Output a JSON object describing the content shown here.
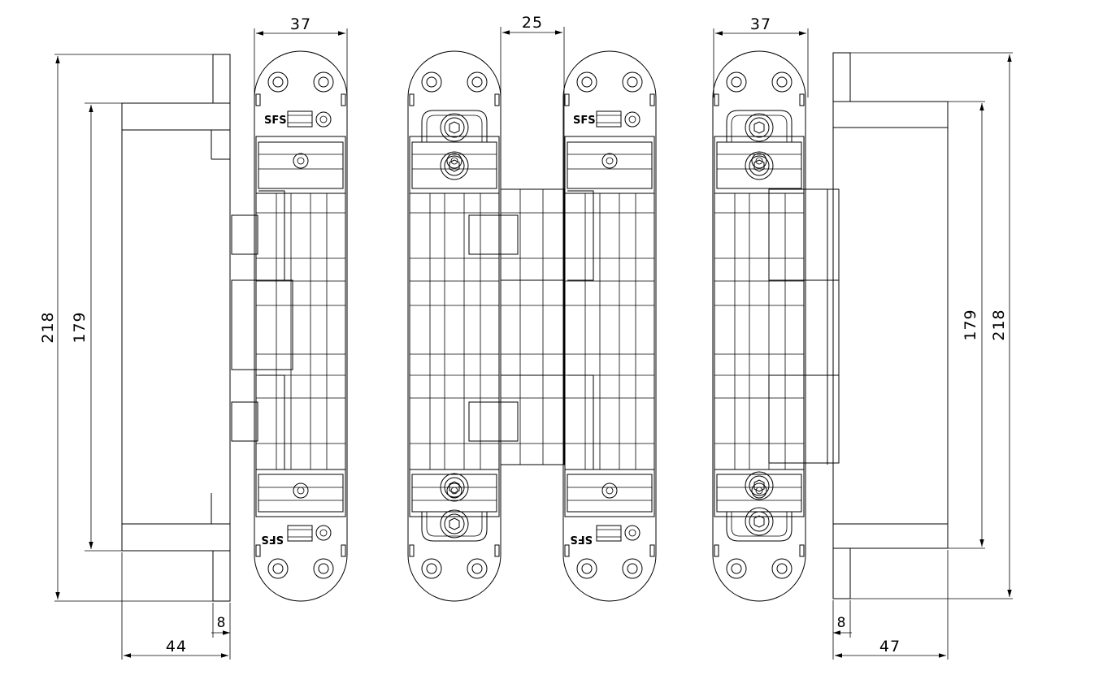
{
  "drawing": {
    "dimensions": {
      "left_plate_height": "218",
      "left_slot_height": "179",
      "left_offset": "8",
      "left_depth": "44",
      "hinge_a_width": "37",
      "hinge_pair_gap": "25",
      "hinge_d_width": "37",
      "right_slot_height": "179",
      "right_plate_height": "218",
      "right_offset": "8",
      "right_depth": "47"
    },
    "logo_text": "SFS",
    "colors": {
      "line": "#000000",
      "background": "#ffffff"
    }
  }
}
